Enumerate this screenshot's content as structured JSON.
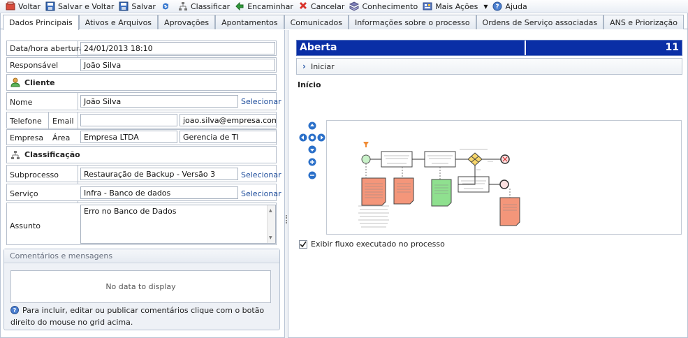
{
  "toolbar": {
    "voltar": "Voltar",
    "salvar_voltar": "Salvar e Voltar",
    "salvar": "Salvar",
    "classificar": "Classificar",
    "encaminhar": "Encaminhar",
    "cancelar": "Cancelar",
    "conhecimento": "Conhecimento",
    "mais_acoes": "Mais Ações",
    "ajuda": "Ajuda"
  },
  "tabs": [
    "Dados Principais",
    "Ativos e Arquivos",
    "Aprovações",
    "Apontamentos",
    "Comunicados",
    "Informações sobre o processo",
    "Ordens de Serviço associadas",
    "ANS e Priorização"
  ],
  "form": {
    "data_label": "Data/hora abertura",
    "data_value": "24/01/2013 18:10",
    "responsavel_label": "Responsável",
    "responsavel_value": "João Silva",
    "cliente_section": "Cliente",
    "nome_label": "Nome",
    "nome_value": "João Silva",
    "selecionar": "Selecionar",
    "telefone_label": "Telefone",
    "email_label": "Email",
    "telefone_value": "",
    "email_value": "joao.silva@empresa.com.br",
    "empresa_label": "Empresa",
    "area_label": "Área",
    "empresa_value": "Empresa LTDA",
    "area_value": "Gerencia de TI",
    "classificacao_section": "Classificação",
    "subprocesso_label": "Subprocesso",
    "subprocesso_value": "Restauração de Backup - Versão 3",
    "servico_label": "Serviço",
    "servico_value": "Infra - Banco de dados",
    "assunto_label": "Assunto",
    "assunto_value": "Erro no Banco de Dados"
  },
  "comments": {
    "header": "Comentários e mensagens",
    "empty": "No data to display",
    "hint": "Para incluir, editar ou publicar comentários clique com o botão direito do mouse no grid acima."
  },
  "process": {
    "status": "Aberta",
    "number": "11",
    "action": "Iniciar",
    "heading": "Início",
    "checkbox_label": "Exibir fluxo executado no processo",
    "checkbox_checked": true
  },
  "colors": {
    "status_bg": "#0a2fa6",
    "link": "#1f4e9c",
    "doc_orange": "#f4967a",
    "doc_green": "#8fe08f"
  }
}
